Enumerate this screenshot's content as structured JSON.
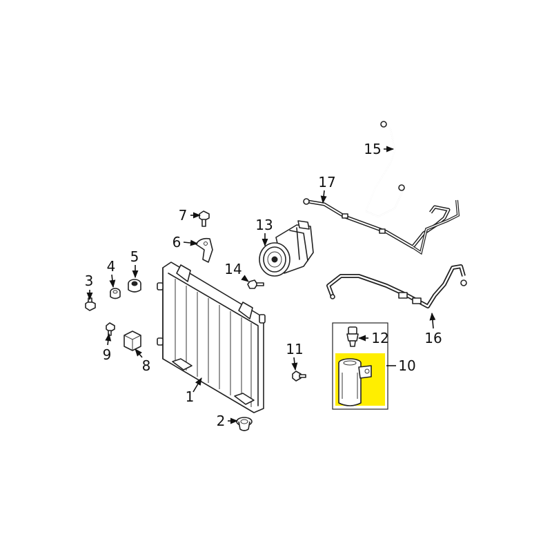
{
  "callouts": {
    "c1": "1",
    "c2": "2",
    "c3": "3",
    "c4": "4",
    "c5": "5",
    "c6": "6",
    "c7": "7",
    "c8": "8",
    "c9": "9",
    "c10": "10",
    "c11": "11",
    "c12": "12",
    "c13": "13",
    "c14": "14",
    "c15": "15",
    "c16": "16",
    "c17": "17"
  },
  "colors": {
    "highlight": "#ffee00",
    "line": "#222222",
    "background": "#ffffff"
  },
  "highlighted_part": "10"
}
